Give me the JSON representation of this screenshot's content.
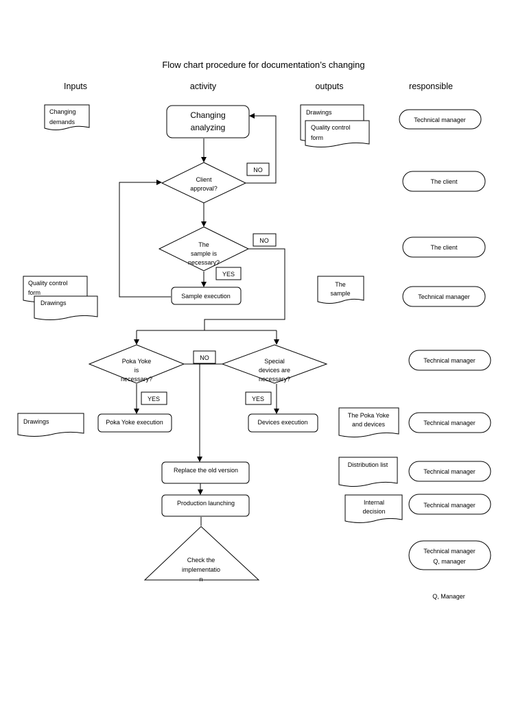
{
  "title": "Flow chart procedure for documentation’s changing",
  "headers": {
    "inputs": "Inputs",
    "activity": "activity",
    "outputs": "outputs",
    "responsible": "responsible"
  },
  "inputs": {
    "changing_demands": [
      "Changing",
      "demands"
    ],
    "quality_control_form": [
      "Quality control",
      "form"
    ],
    "drawings_sample": "Drawings",
    "drawings_pokayoke": "Drawings"
  },
  "activities": {
    "changing_analyzing": [
      "Changing",
      "analyzing"
    ],
    "client_approval": [
      "Client",
      "approval?"
    ],
    "sample_necessary": [
      "The",
      "sample is",
      "necessary?"
    ],
    "sample_execution": "Sample execution",
    "poka_yoke_necessary": [
      "Poka Yoke",
      "is",
      "necessary?"
    ],
    "special_devices_necessary": [
      "Special",
      "devices are",
      "necessary?"
    ],
    "poka_yoke_execution": "Poka Yoke execution",
    "devices_execution": "Devices execution",
    "replace_old_version": "Replace the old version",
    "production_launching": "Production launching",
    "check_implementation": [
      "Check the",
      "implementatio",
      "n"
    ]
  },
  "flow_labels": {
    "no_client": "NO",
    "no_sample": "NO",
    "yes_sample": "YES",
    "no_center": "NO",
    "yes_poka": "YES",
    "yes_devices": "YES"
  },
  "outputs": {
    "drawings": "Drawings",
    "quality_control_form": [
      "Quality control",
      "form"
    ],
    "the_sample": [
      "The",
      "sample"
    ],
    "poka_yoke_devices": [
      "The Poka Yoke",
      "and devices"
    ],
    "distribution_list": "Distribution list",
    "internal_decision": [
      "Internal",
      "decision"
    ]
  },
  "responsible": {
    "r1": "Technical manager",
    "r2": "The client",
    "r3": "The client",
    "r4": "Technical manager",
    "r5": "Technical manager",
    "r6": "Technical manager",
    "r7": "Technical manager",
    "r8": "Technical manager",
    "r9": [
      "Technical manager",
      "Q, manager"
    ],
    "r10": "Q, Manager"
  }
}
